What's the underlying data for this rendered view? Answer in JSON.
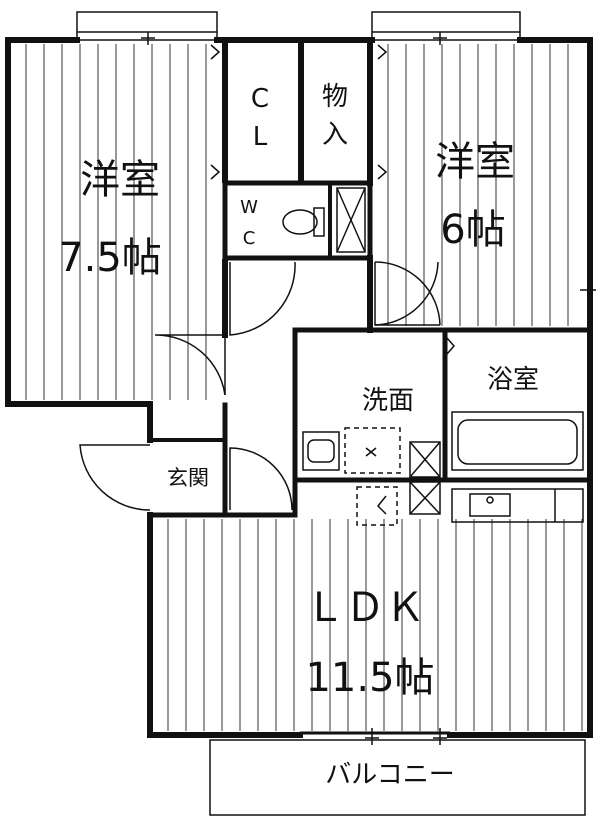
{
  "rooms": {
    "western_left": {
      "name": "洋室",
      "size": "7.5帖"
    },
    "western_right": {
      "name": "洋室",
      "size": "6帖"
    },
    "closet": {
      "line1": "C",
      "line2": "L"
    },
    "storage": {
      "line1": "物",
      "line2": "入"
    },
    "toilet": {
      "line1": "W",
      "line2": "C"
    },
    "washroom": {
      "name": "洗面"
    },
    "bathroom": {
      "name": "浴室"
    },
    "entrance": {
      "name": "玄関"
    },
    "ldk": {
      "name": "ＬＤＫ",
      "size": "11.5帖"
    },
    "balcony": {
      "name": "バルコニー"
    }
  },
  "colors": {
    "line": "#111111",
    "hatch": "#333333",
    "background": "#ffffff"
  }
}
